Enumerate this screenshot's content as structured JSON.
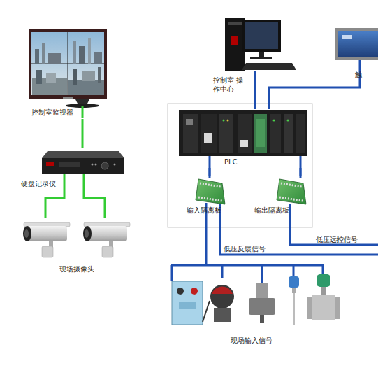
{
  "diagram": {
    "nodes": [
      {
        "text": [
          "控制室监视器"
        ]
      },
      {
        "text": [
          "硬盘记录仪"
        ]
      },
      {
        "text": [
          "现场摄像头"
        ]
      },
      {
        "text": [
          "控制室 操作中心"
        ]
      },
      {
        "text": [
          "触"
        ]
      },
      {
        "text": [
          "PLC"
        ]
      },
      {
        "text": [
          "输入隔离板"
        ]
      },
      {
        "text": [
          "输出隔离板"
        ]
      },
      {
        "text": [
          "现场输入信号"
        ]
      }
    ],
    "edges": [
      {
        "from": 0,
        "to": 1,
        "arrow": "none"
      },
      {
        "from": 1,
        "to": 2,
        "arrow": "none"
      },
      {
        "from": 3,
        "to": 5,
        "arrow": "none"
      },
      {
        "from": 4,
        "to": 5,
        "arrow": "none"
      },
      {
        "from": 5,
        "to": 6,
        "arrow": "none"
      },
      {
        "from": 5,
        "to": 7,
        "arrow": "none"
      },
      {
        "from": 6,
        "to": 8,
        "arrow": "none"
      }
    ],
    "labels": [
      "低压反馈信号",
      "低压远控信号"
    ]
  }
}
